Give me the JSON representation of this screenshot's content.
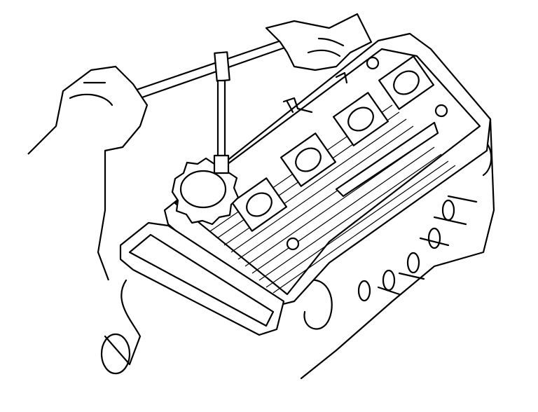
{
  "illustration": {
    "subject": "valve-cover-removal",
    "colors": {
      "background": "#ffffff",
      "line": "#000000"
    },
    "icons": [
      "t-handle-wrench",
      "oil-filler-cap",
      "spark-plug-well",
      "cover-nut",
      "hand"
    ]
  }
}
